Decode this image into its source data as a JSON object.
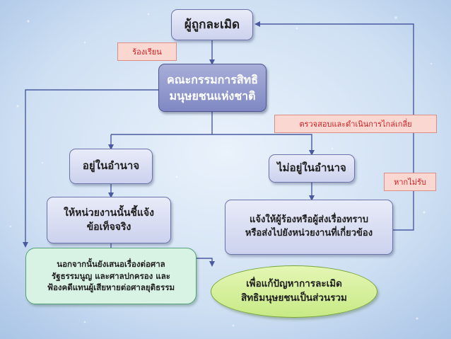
{
  "nodes": {
    "victim": "ผู้ถูกละเมิด",
    "commission_line1": "คณะกรรมการสิทธิ",
    "commission_line2": "มนุษยชนแห่งชาติ",
    "in_authority": "อยู่ในอำนาจ",
    "not_in_authority": "ไม่อยู่ในอำนาจ",
    "notify_agency_line1": "ให้หน่วยงานนั้นชี้แจ้ง",
    "notify_agency_line2": "ข้อเท็จจริง",
    "inform_line1": "แจ้งให้ผู้ร้องหรือผู้ส่งเรื่องทราบ",
    "inform_line2": "หรือส่งไปยังหน่วยงานที่เกี่ยวข้อง",
    "court_line1": "นอกจากนั้นยังเสนอเรื่องต่อศาล",
    "court_line2": "รัฐธรรมนูญ และศาลปกครอง และ",
    "court_line3": "ฟ้องคดีแทนผู้เสียหายต่อศาลยุติธรรม",
    "goal_line1": "เพื่อแก้ปัญหาการละเมิด",
    "goal_line2": "สิทธิมนุษยชนเป็นส่วนรวม"
  },
  "tags": {
    "petition": "ร้องเรียน",
    "investigate": "ตรวจสอบและดำเนินการไกล่เกลี่ย",
    "refuse": "หากไม่รับ"
  },
  "colors": {
    "background": "#bcd4ee",
    "connector": "#4a5aa0",
    "tag_text": "#cc1f1f",
    "tag_fill": "#fbd7d2"
  }
}
